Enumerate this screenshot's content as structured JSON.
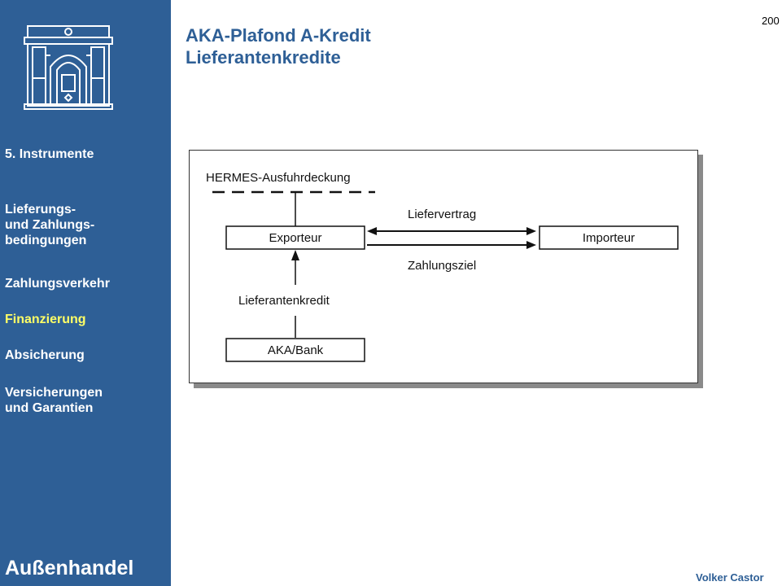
{
  "sidebar": {
    "nav": [
      {
        "label": "5. Instrumente",
        "active": false
      },
      {
        "label": "Lieferungs-\nund Zahlungs-\nbedingungen",
        "active": false
      },
      {
        "label": "Zahlungsverkehr",
        "active": false
      },
      {
        "label": "Finanzierung",
        "active": true
      },
      {
        "label": "Absicherung",
        "active": false
      },
      {
        "label": "Versicherungen\nund Garantien",
        "active": false
      }
    ],
    "footer_title": "Außenhandel"
  },
  "header": {
    "title_line1": "AKA-Plafond A-Kredit",
    "title_line2": "Lieferantenkredite",
    "page_number": "200"
  },
  "footer": {
    "author": "Volker Castor"
  },
  "diagram": {
    "hermes_label": "HERMES-Ausfuhrdeckung",
    "exporteur": "Exporteur",
    "importeur": "Importeur",
    "liefervertrag": "Liefervertrag",
    "zahlungsziel": "Zahlungsziel",
    "lieferantenkredit": "Lieferantenkredit",
    "aka_bank": "AKA/Bank"
  },
  "colors": {
    "sidebar": "#2e5f96",
    "title": "#2e5f96",
    "active_nav": "#ffff66"
  }
}
